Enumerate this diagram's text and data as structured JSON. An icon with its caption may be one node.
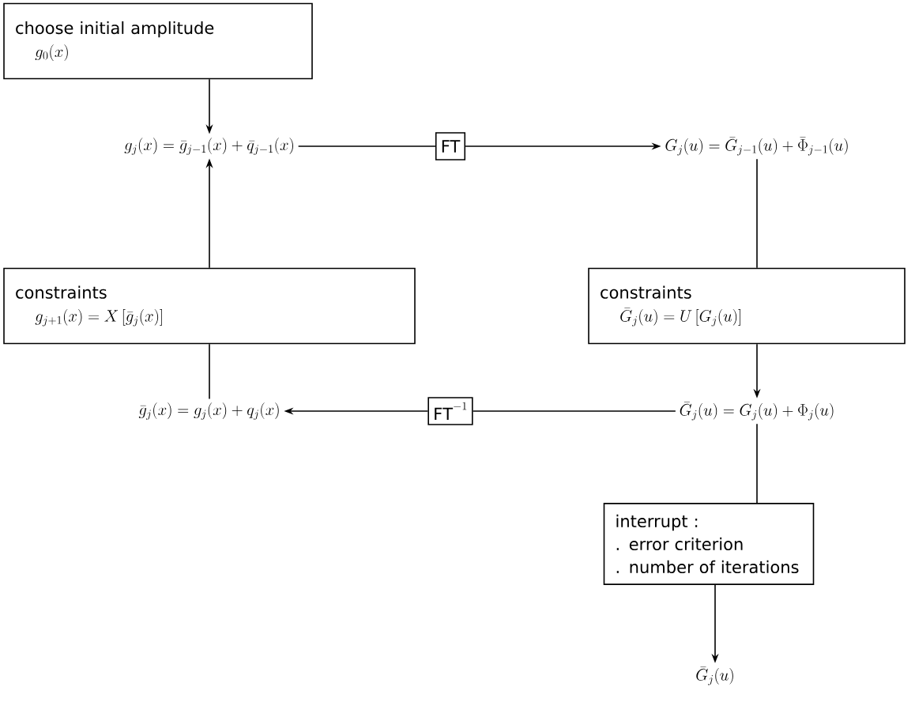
{
  "diagram": {
    "nodes": [
      {
        "text": [
          "choose initial amplitude",
          "g_0(x)"
        ]
      },
      {
        "text": [
          "g_j(x)=\\bar{g}_{j-1}(x)+\\bar{q}_{j-1}(x)"
        ]
      },
      {
        "text": [
          "FT"
        ]
      },
      {
        "text": [
          "G_j(u)=\\bar{G}_{j-1}(u)+\\bar{\\Phi}_{j-1}(u)"
        ]
      },
      {
        "text": [
          "constraints",
          "\\bar{G}_j(u)=U\\left[G_j(u)\\right]"
        ]
      },
      {
        "text": [
          "\\bar{G}_j(u)=G_j(u)+\\Phi_j(u)"
        ]
      },
      {
        "text": [
          "\\mathrm{FT}^{-1}"
        ]
      },
      {
        "text": [
          "\\bar{g}_j(x)=g_j(x)+q_j(x)"
        ]
      },
      {
        "text": [
          "constraints",
          "g_{j+1}(x)=X\\left[\\bar{g}_j(x)\\right]"
        ]
      },
      {
        "text": [
          "interrupt :",
          ". error criterion",
          ". number of iterations"
        ]
      },
      {
        "text": [
          "\\bar{G}_j(u)"
        ]
      }
    ],
    "edges": [
      {
        "from": 0,
        "to": 1,
        "arrow": "to"
      },
      {
        "from": 1,
        "to": 2,
        "arrow": "none"
      },
      {
        "from": 2,
        "to": 3,
        "arrow": "to"
      },
      {
        "from": 3,
        "to": 4,
        "arrow": "none"
      },
      {
        "from": 4,
        "to": 5,
        "arrow": "to"
      },
      {
        "from": 5,
        "to": 6,
        "arrow": "none"
      },
      {
        "from": 6,
        "to": 7,
        "arrow": "to"
      },
      {
        "from": 7,
        "to": 8,
        "arrow": "none"
      },
      {
        "from": 8,
        "to": 1,
        "arrow": "to"
      },
      {
        "from": 5,
        "to": 9,
        "arrow": "none"
      },
      {
        "from": 9,
        "to": 10,
        "arrow": "to"
      }
    ]
  }
}
